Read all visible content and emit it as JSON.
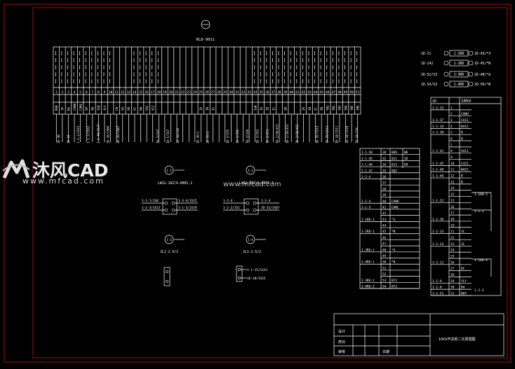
{
  "colors": {
    "border": "#e8122a",
    "line": "#ffffff",
    "bg": "#000000"
  },
  "watermark": {
    "brand": "沐风CAD",
    "url": "www.mfcad.com",
    "center_url": "www.mfcad.com"
  },
  "header": {
    "device_id": "KLD-9011"
  },
  "top_terminal": {
    "numbers": [
      "1",
      "2",
      "3",
      "4",
      "5",
      "6",
      "7",
      "8",
      "9",
      "10",
      "11",
      "12",
      "13",
      "14",
      "15",
      "16",
      "17",
      "18",
      "19",
      "20",
      "21",
      "22",
      "23",
      "24",
      "25",
      "26",
      "27",
      "28",
      "29",
      "30",
      "31",
      "32",
      "33",
      "34",
      "35",
      "36",
      "37",
      "38",
      "39",
      "40",
      "41",
      "42",
      "43",
      "44",
      "45",
      "46",
      "47",
      "48",
      "49",
      "50",
      "51"
    ],
    "signals": [
      "DGN",
      "TX",
      "RX",
      "CANH",
      "CANL",
      "SP",
      "SN",
      "YLD",
      "YLY",
      "",
      "CH",
      "VA",
      "VB",
      "VC",
      "VN",
      "VA2",
      "VC2",
      "",
      "",
      "",
      "",
      "",
      "",
      "",
      "IA",
      "IB",
      "IC",
      "",
      "",
      "",
      "",
      "",
      "",
      "Ia0",
      "IA",
      "IB",
      "IC",
      "",
      "IN",
      "",
      "",
      "IA",
      "IB",
      "IC",
      "IN",
      "YB1",
      "YB2",
      "YB3",
      "YB4",
      "YB5",
      "YB6"
    ],
    "wires": [
      "1D-40",
      "1D-41",
      "1-1-2/1S33",
      "1-1-2/1S32",
      "1-1-48/1S17",
      "1D-26/1S06",
      "1D-26/1S07",
      "",
      "",
      "",
      "1D-3/1V7",
      "1D-5/1V7",
      "1D-18/1S5",
      "",
      "1D-36/2",
      "1D-35/1",
      "",
      "1D-3/1S5",
      "1D-3/1S6",
      "1D-3/1S6",
      "1D-3/2S3",
      "1D-3/2S3",
      "1D-2/1B/4S2",
      "1D-2/1B/4S2",
      "1D-2/1B/4S1",
      "",
      "1D-35/1S13",
      "1D-35/1S12",
      "1D-34/1S11",
      "1D-34/1S10",
      "1D-34/1S9"
    ]
  },
  "right_top": {
    "rows": [
      {
        "left": "1D-I1",
        "mid": "1-1RD",
        "right": "1D-43/*3"
      },
      {
        "left": "1D-242",
        "mid": "1-1RD",
        "right": "1D-45/*N"
      },
      {
        "left": "1D-52/S3",
        "mid": "1-3RD",
        "right": "1D-48/*A"
      },
      {
        "left": "1D-54/S3",
        "mid": "1-4RD",
        "right": "1D-50/*N"
      }
    ]
  },
  "table_10kv": {
    "col1": "1D",
    "col2": "10kV",
    "rows": [
      {
        "a": "1-1-33",
        "n": "1",
        "s": ""
      },
      {
        "a": "",
        "n": "2",
        "s": "CANH"
      },
      {
        "a": "1-1-37",
        "n": "3",
        "s": "CA11"
      },
      {
        "a": "1-1-34",
        "n": "4",
        "s": "N411"
      },
      {
        "a": "1-1-30",
        "n": "5",
        "s": "B"
      },
      {
        "a": "",
        "n": "6",
        "s": "B"
      },
      {
        "a": "",
        "n": "7",
        "s": ""
      },
      {
        "a": "1-1-41",
        "n": "8",
        "s": "A411"
      },
      {
        "a": "",
        "n": "9",
        "s": ""
      },
      {
        "a": "1-1-45",
        "n": "10",
        "s": "C421"
      },
      {
        "a": "1-1-48",
        "n": "11",
        "s": "N421"
      },
      {
        "a": "1-1-46",
        "n": "12",
        "s": "B"
      },
      {
        "a": "",
        "n": "13",
        "s": "B"
      },
      {
        "a": "",
        "n": "14",
        "s": ""
      },
      {
        "a": "",
        "n": "15",
        "s": ""
      },
      {
        "a": "1-1-22",
        "n": "15",
        "s": ""
      },
      {
        "a": "",
        "n": "16",
        "s": ""
      },
      {
        "a": "",
        "n": "17",
        "s": ""
      },
      {
        "a": "1-1-16",
        "n": "18",
        "s": ""
      },
      {
        "a": "",
        "n": "19",
        "s": ""
      },
      {
        "a": "1-1-13",
        "n": "21",
        "s": "IL"
      },
      {
        "a": "",
        "n": "22",
        "s": ""
      },
      {
        "a": "1-1-24",
        "n": "23",
        "s": "IL"
      },
      {
        "a": "",
        "n": "24",
        "s": ""
      },
      {
        "a": "",
        "n": "25",
        "s": ""
      },
      {
        "a": "1-1-21",
        "n": "26",
        "s": ""
      },
      {
        "a": "",
        "n": "27",
        "s": "RC"
      },
      {
        "a": "",
        "n": "28",
        "s": ""
      },
      {
        "a": "1-1-9",
        "n": "29",
        "s": "YLY"
      },
      {
        "a": "1-1-8",
        "n": "30",
        "s": "BA"
      },
      {
        "a": "1-1-51",
        "n": "31",
        "s": "B07"
      }
    ],
    "side_labels": [
      "1-1RD-2",
      "1-1-2",
      "1-1RD-4",
      "1-2-3"
    ]
  },
  "table_mid": {
    "rows": [
      {
        "a": "1-1-50",
        "b": "38",
        "c": "809",
        "d": "WK"
      },
      {
        "a": "1-1-45",
        "b": "32",
        "c": "811",
        "d": "1D"
      },
      {
        "a": "1-1-46",
        "b": "34",
        "c": "813",
        "d": "89"
      },
      {
        "a": "1-1-47",
        "b": "35",
        "c": "802",
        "d": ""
      },
      {
        "a": "1-2-4",
        "b": "36",
        "c": "",
        "d": ""
      },
      {
        "a": "",
        "b": "37",
        "c": "",
        "d": ""
      },
      {
        "a": "",
        "b": "38",
        "c": "",
        "d": ""
      },
      {
        "a": "",
        "b": "39",
        "c": "",
        "d": ""
      },
      {
        "a": "1-1-4",
        "b": "40",
        "c": "CANH",
        "d": ""
      },
      {
        "a": "1-1-5",
        "b": "41",
        "c": "CANL",
        "d": ""
      },
      {
        "a": "",
        "b": "42",
        "c": "",
        "d": ""
      },
      {
        "a": "1-1RD-1",
        "b": "43",
        "c": "*3",
        "d": ""
      },
      {
        "a": "",
        "b": "44",
        "c": "",
        "d": ""
      },
      {
        "a": "1-2RD-1",
        "b": "45",
        "c": "*N",
        "d": ""
      },
      {
        "a": "",
        "b": "46",
        "c": "",
        "d": ""
      },
      {
        "a": "",
        "b": "47",
        "c": "",
        "d": ""
      },
      {
        "a": "1-3RD-1",
        "b": "48",
        "c": "*A",
        "d": ""
      },
      {
        "a": "",
        "b": "49",
        "c": "",
        "d": ""
      },
      {
        "a": "1-4RD-1",
        "b": "50",
        "c": "*N",
        "d": ""
      },
      {
        "a": "",
        "b": "51",
        "c": "",
        "d": ""
      },
      {
        "a": "",
        "b": "52",
        "c": "",
        "d": ""
      },
      {
        "a": "1-3RD-2",
        "b": "53",
        "c": "871",
        "d": ""
      },
      {
        "a": "1-4RD-2",
        "b": "54",
        "c": "872",
        "d": ""
      }
    ]
  },
  "components": {
    "c1": {
      "tag": "1-1",
      "label": "LW12-16Z/4.0001.1",
      "p_left_top": "1-1-7/1S8",
      "p_left_bot": "1-2-3/1S13",
      "p_right_top": "1-3-4/1S15",
      "p_right_bot": "1-1-5/1S19"
    },
    "c2": {
      "tag": "1-2",
      "label": "LW12-16Z/4.0001.1",
      "p_left_top": "1-2-4",
      "p_left_bot": "1-2-2/1S1",
      "p_right_top": "1-2-4",
      "p_right_bot": "1D-31/1S07"
    },
    "c3": {
      "tag": "1-3",
      "label": "JL1-2.5/2"
    },
    "c4": {
      "tag": "1-4",
      "label": "JL1-2.5/2",
      "p_top": "1-1-15/1S33",
      "p_bot": "1D-18/1S33"
    }
  },
  "title_block": {
    "designer": "设计",
    "checker": "校对",
    "approver": "审核",
    "drawing": "10kV开关柜二次原理图",
    "date": "日期"
  }
}
